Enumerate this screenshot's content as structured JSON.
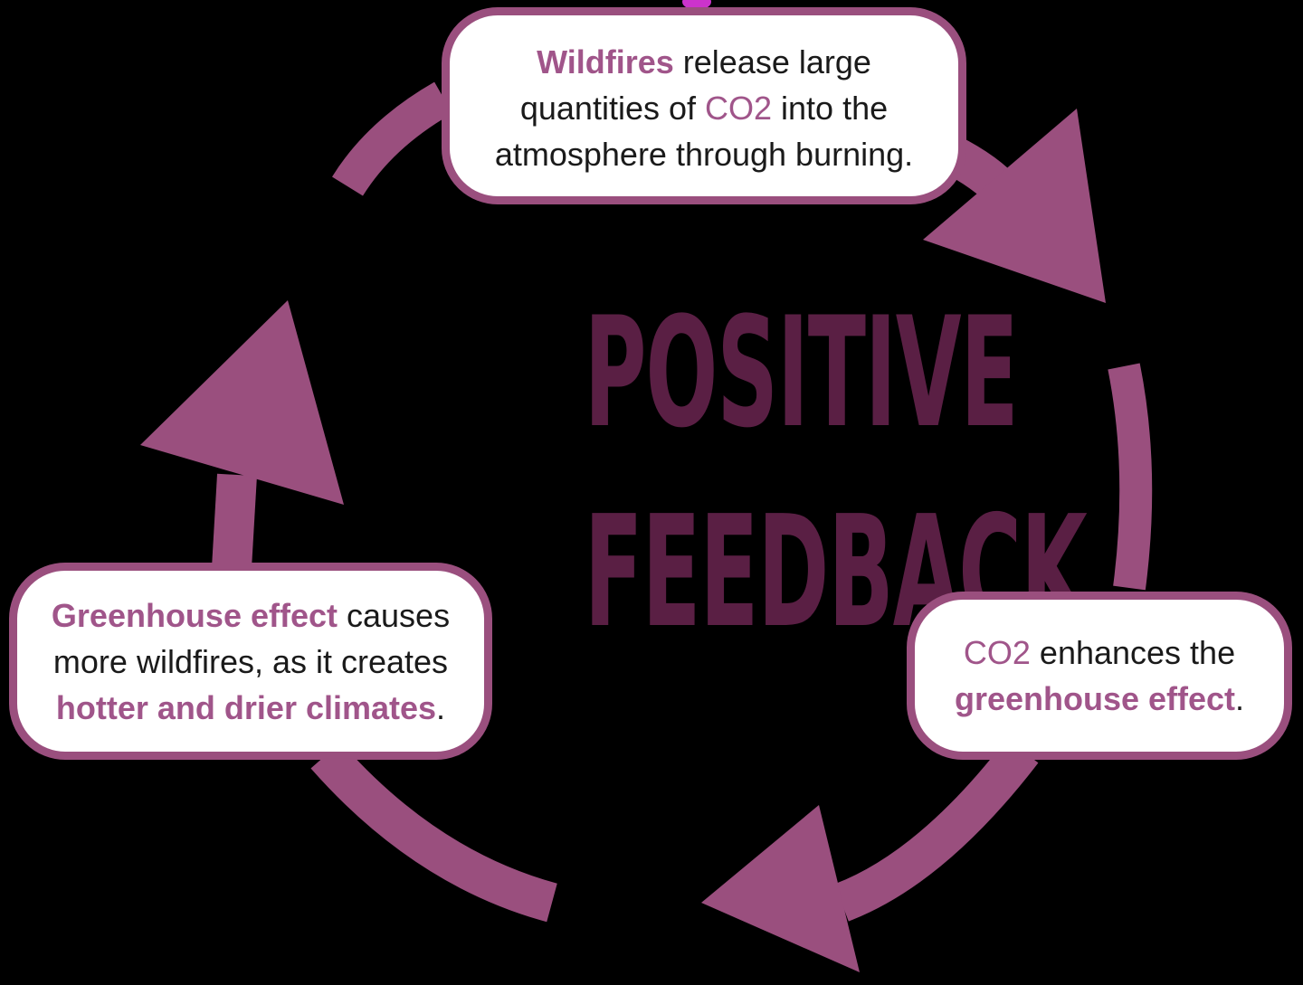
{
  "title": {
    "line1": "POSITIVE",
    "line2": "FEEDBACK"
  },
  "colors": {
    "background": "#000000",
    "arrow": "#9a4f7e",
    "title": "#5a1f44",
    "highlight": "#a0558a",
    "text": "#1a1a1a"
  },
  "nodes": {
    "wildfires": {
      "segments": [
        {
          "text": "Wildfires",
          "style": "hl-bold"
        },
        {
          "text": " release large quantities of ",
          "style": ""
        },
        {
          "text": "CO2",
          "style": "hl"
        },
        {
          "text": " into the atmosphere through burning.",
          "style": ""
        }
      ]
    },
    "co2": {
      "segments": [
        {
          "text": "CO2",
          "style": "hl"
        },
        {
          "text": " enhances the ",
          "style": ""
        },
        {
          "text": "greenhouse effect",
          "style": "hl-bold"
        },
        {
          "text": ".",
          "style": ""
        }
      ]
    },
    "greenhouse": {
      "segments": [
        {
          "text": "Greenhouse effect",
          "style": "hl-bold"
        },
        {
          "text": " causes more wildfires, as it creates ",
          "style": ""
        },
        {
          "text": "hotter and drier climates",
          "style": "hl-bold"
        },
        {
          "text": ".",
          "style": ""
        }
      ]
    }
  }
}
